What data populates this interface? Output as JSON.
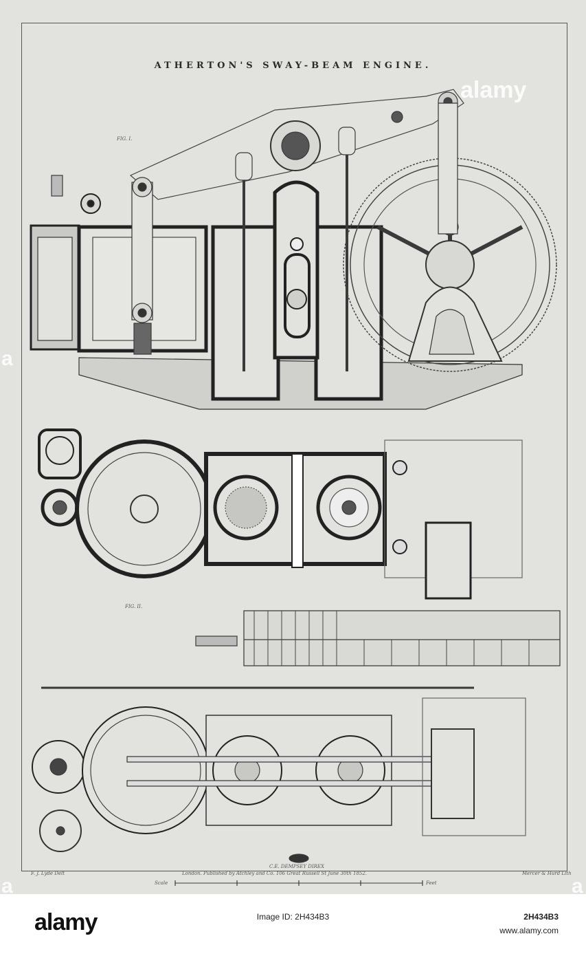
{
  "plate": {
    "title": "ATHERTON'S SWAY-BEAM ENGINE.",
    "fig1_label": "FIG. I.",
    "fig2_label": "FIG. II.",
    "credit_left": "F. J. Lyde Delt",
    "publisher_line": "London. Published by Atchley and Co. 106 Great Russell St June 30th 1852.",
    "credit_right": "Mercer & Hurd Lith",
    "engraver_line": "C.E. DEMPSEY DIREX",
    "scale_left": "Scale",
    "scale_right": "Feet"
  },
  "watermarks": [
    "alamy",
    "a",
    "a",
    "a"
  ],
  "footer": {
    "brand": "alamy",
    "image_id": "Image ID: 2H434B3",
    "code": "2H434B3",
    "site": "www.alamy.com"
  }
}
